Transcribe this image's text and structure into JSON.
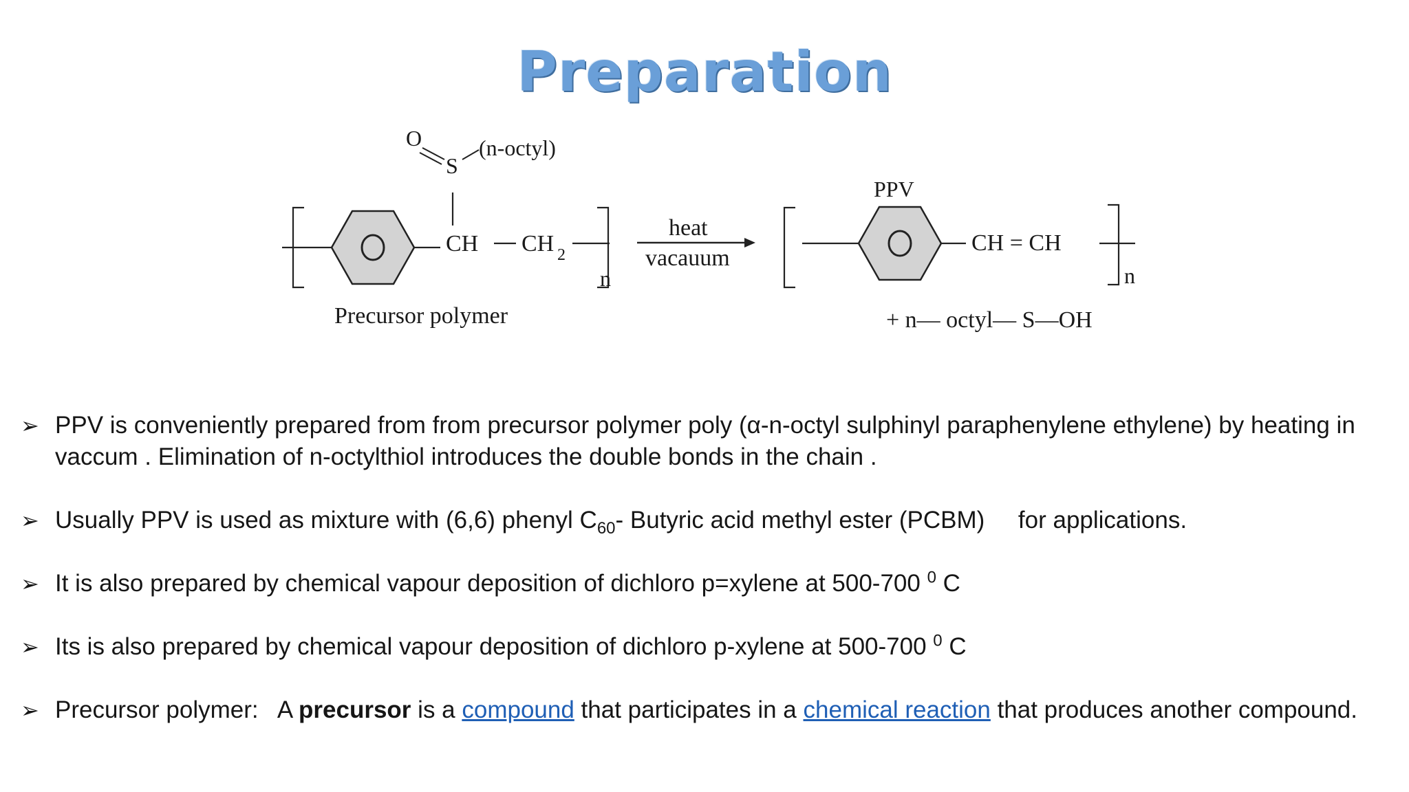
{
  "slide": {
    "title": "Preparation",
    "scheme": {
      "reactant": {
        "sulfinyl_o": "O",
        "sulfinyl_s": "S",
        "substituent": "(n-octyl)",
        "ring_center": "O",
        "ch": "CH",
        "ch2": "CH",
        "ch2_sub": "2",
        "repeat": "n",
        "caption": "Precursor polymer"
      },
      "conditions": {
        "above": "heat",
        "below": "vacauum"
      },
      "product": {
        "label": "PPV",
        "ring_center": "O",
        "vinylene": "CH = CH",
        "repeat": "n",
        "byproduct": "+ n— octyl— S—OH"
      }
    },
    "bullets": [
      {
        "marker": "➢",
        "text": "PPV is conveniently prepared from from precursor polymer poly (α-n-octyl  sulphinyl paraphenylene ethylene) by heating in vaccum . Elimination of n-octylthiol  introduces the double  bonds in the chain ."
      },
      {
        "marker": "➢",
        "text_a": "Usually PPV is used as mixture with (6,6) phenyl C",
        "sub": "60",
        "text_b": "- Butyric acid methyl ester (PCBM)     for applications."
      },
      {
        "marker": "➢",
        "text_a": "It is also prepared by chemical vapour deposition of dichloro p=xylene at 500-700 ",
        "sup": "0",
        "text_b": " C"
      },
      {
        "marker": "➢",
        "text_a": "Its is also prepared by chemical vapour deposition of dichloro p-xylene at 500-700 ",
        "sup": "0",
        "text_b": " C"
      },
      {
        "marker": "➢",
        "lead": "Precursor polymer:   A ",
        "bold": "precursor",
        "mid1": " is a ",
        "link1": "compound",
        "mid2": " that participates in a ",
        "link2": "chemical reaction",
        "tail": " that produces another compound."
      }
    ],
    "colors": {
      "title": "#6a9fd8",
      "link": "#1f5fb5",
      "text": "#161616"
    }
  }
}
